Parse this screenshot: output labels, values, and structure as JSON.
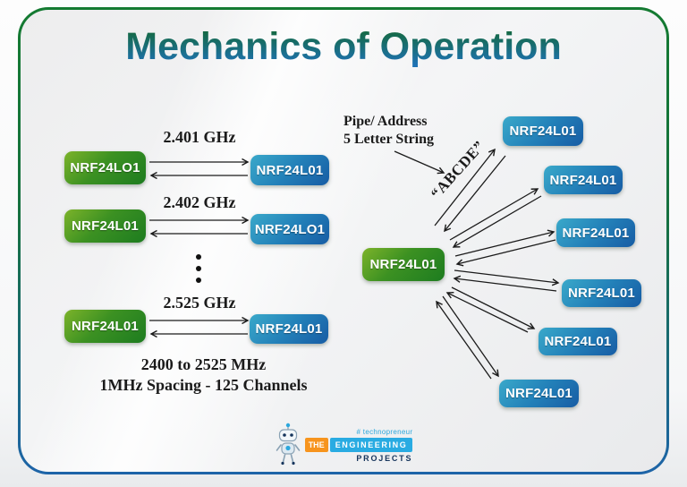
{
  "title": "Mechanics of Operation",
  "left_panel": {
    "rows": [
      {
        "freq": "2.401 GHz",
        "left": "NRF24LO1",
        "right": "NRF24L01"
      },
      {
        "freq": "2.402 GHz",
        "left": "NRF24L01",
        "right": "NRF24LO1"
      },
      {
        "freq": "2.525 GHz",
        "left": "NRF24L01",
        "right": "NRF24L01"
      }
    ],
    "footer_line1": "2400 to 2525 MHz",
    "footer_line2": "1MHz Spacing - 125 Channels"
  },
  "right_panel": {
    "pipe_label_line1": "Pipe/ Address",
    "pipe_label_line2": "5 Letter String",
    "address_string": "“ABCDE”",
    "hub": "NRF24L01",
    "spokes": [
      "NRF24L01",
      "NRF24L01",
      "NRF24L01",
      "NRF24L01",
      "NRF24L01",
      "NRF24L01"
    ]
  },
  "footer_logo": {
    "hashtag": "# technopreneur",
    "the": "THE",
    "engineering": "ENGINEERING",
    "projects": "PROJECTS"
  },
  "colors": {
    "node_green": "#1d7c20",
    "node_blue": "#175ca4",
    "border_top": "#147a31",
    "border_bottom": "#1d64a8",
    "title_top": "#14693a",
    "title_bottom": "#1e72b4",
    "logo_orange": "#f7941d",
    "logo_blue": "#29abe2",
    "logo_navy": "#16355c"
  }
}
